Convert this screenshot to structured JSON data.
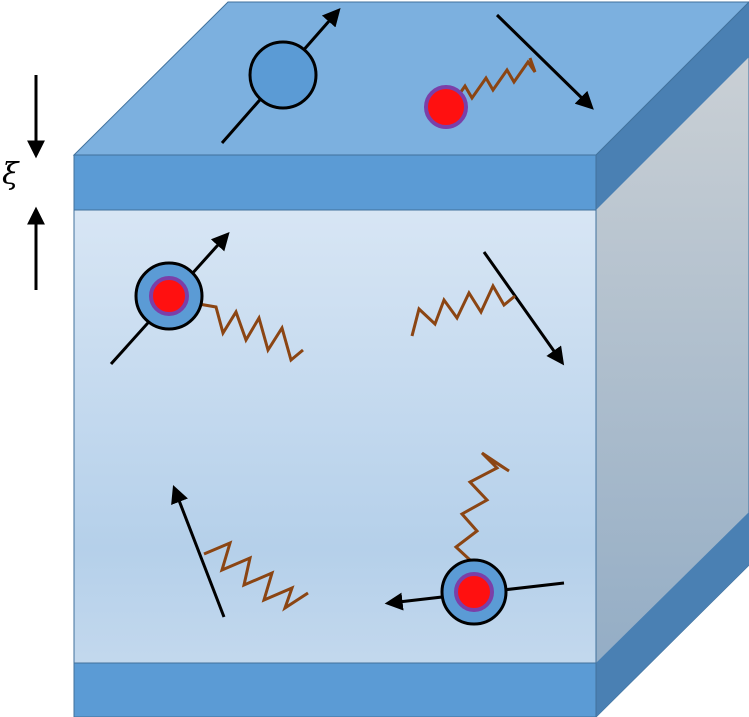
{
  "labels": {
    "thickness_symbol": "ξ"
  },
  "colors": {
    "top_face": "#7cb0df",
    "band": "#5b9bd5",
    "side_light": "#c4c9ce",
    "side_dark": "#8ea9c4",
    "front_light": "#dce8f5",
    "front_mid": "#b6d1ec",
    "particle_ring": "#5b9bd5",
    "particle_core": "#ff1010",
    "particle_core_border": "#7b3fa8",
    "spring": "#8b4513",
    "arrow": "#000000"
  },
  "icons": {
    "particle": "circle-particle",
    "nucleus": "red-dot",
    "spring": "zigzag-wave",
    "direction": "arrow"
  }
}
